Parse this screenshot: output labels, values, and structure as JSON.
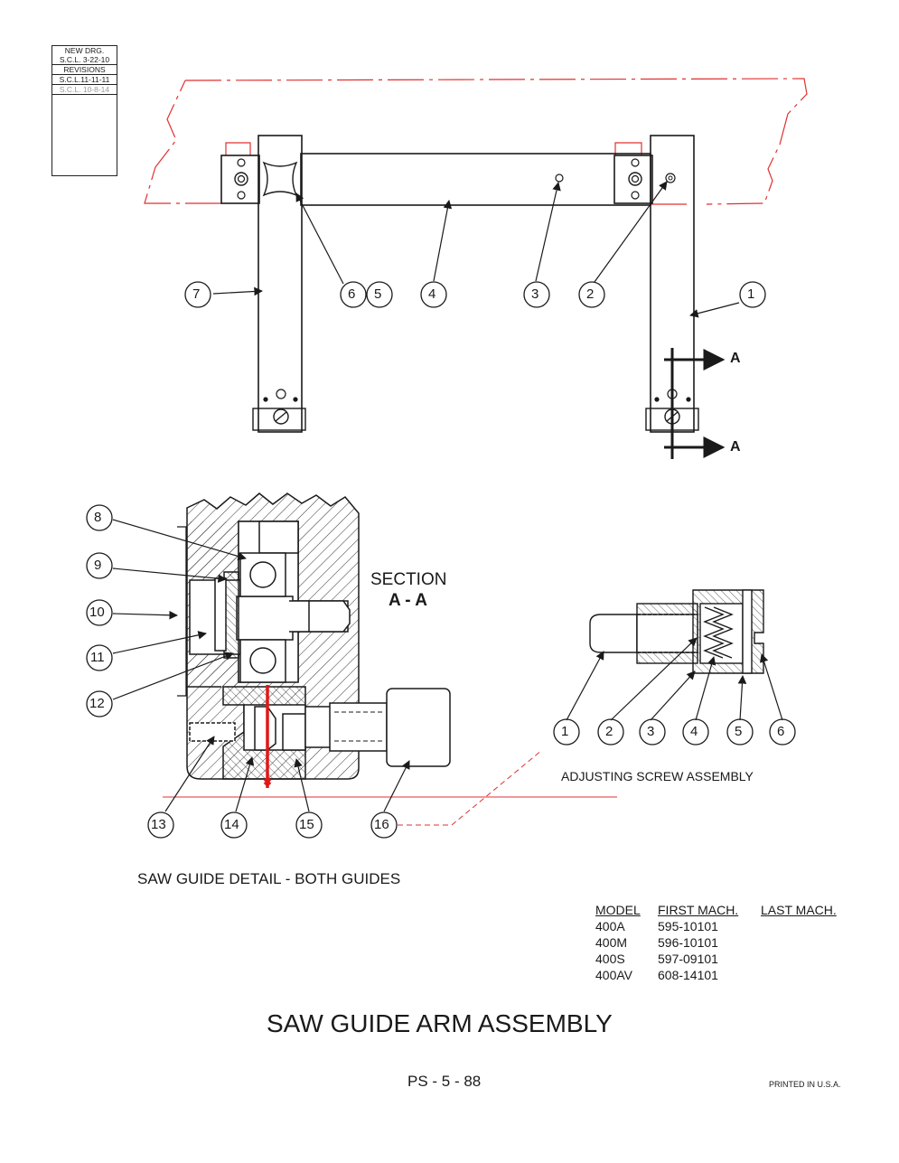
{
  "revision_block": {
    "entries": [
      {
        "text": "NEW DRG."
      },
      {
        "text": "S.C.L. 3-22-10"
      },
      {
        "text": "REVISIONS"
      },
      {
        "text": "S.C.L.11-11-11"
      },
      {
        "text": "S.C.L. 10-8-14"
      }
    ]
  },
  "top_view": {
    "balloons": [
      "7",
      "6",
      "5",
      "4",
      "3",
      "2",
      "1"
    ],
    "section_marks": [
      "A",
      "A"
    ]
  },
  "section_view": {
    "title_line1": "SECTION",
    "title_line2": "A - A",
    "balloons": [
      "8",
      "9",
      "10",
      "11",
      "12",
      "13",
      "14",
      "15",
      "16"
    ],
    "caption": "SAW GUIDE DETAIL - BOTH GUIDES"
  },
  "adjusting_screw": {
    "balloons": [
      "1",
      "2",
      "3",
      "4",
      "5",
      "6"
    ],
    "caption": "ADJUSTING SCREW ASSEMBLY"
  },
  "model_table": {
    "headers": [
      "MODEL",
      "FIRST MACH.",
      "LAST MACH."
    ],
    "rows": [
      [
        "400A",
        "595-10101",
        ""
      ],
      [
        "400M",
        "596-10101",
        ""
      ],
      [
        "400S",
        "597-09101",
        ""
      ],
      [
        "400AV",
        "608-14101",
        ""
      ]
    ]
  },
  "title": "SAW GUIDE ARM ASSEMBLY",
  "page_number": "PS - 5 - 88",
  "printed": "PRINTED IN U.S.A.",
  "colors": {
    "line": "#1a1a1a",
    "redline": "#e03030",
    "wire": "#e01818"
  }
}
